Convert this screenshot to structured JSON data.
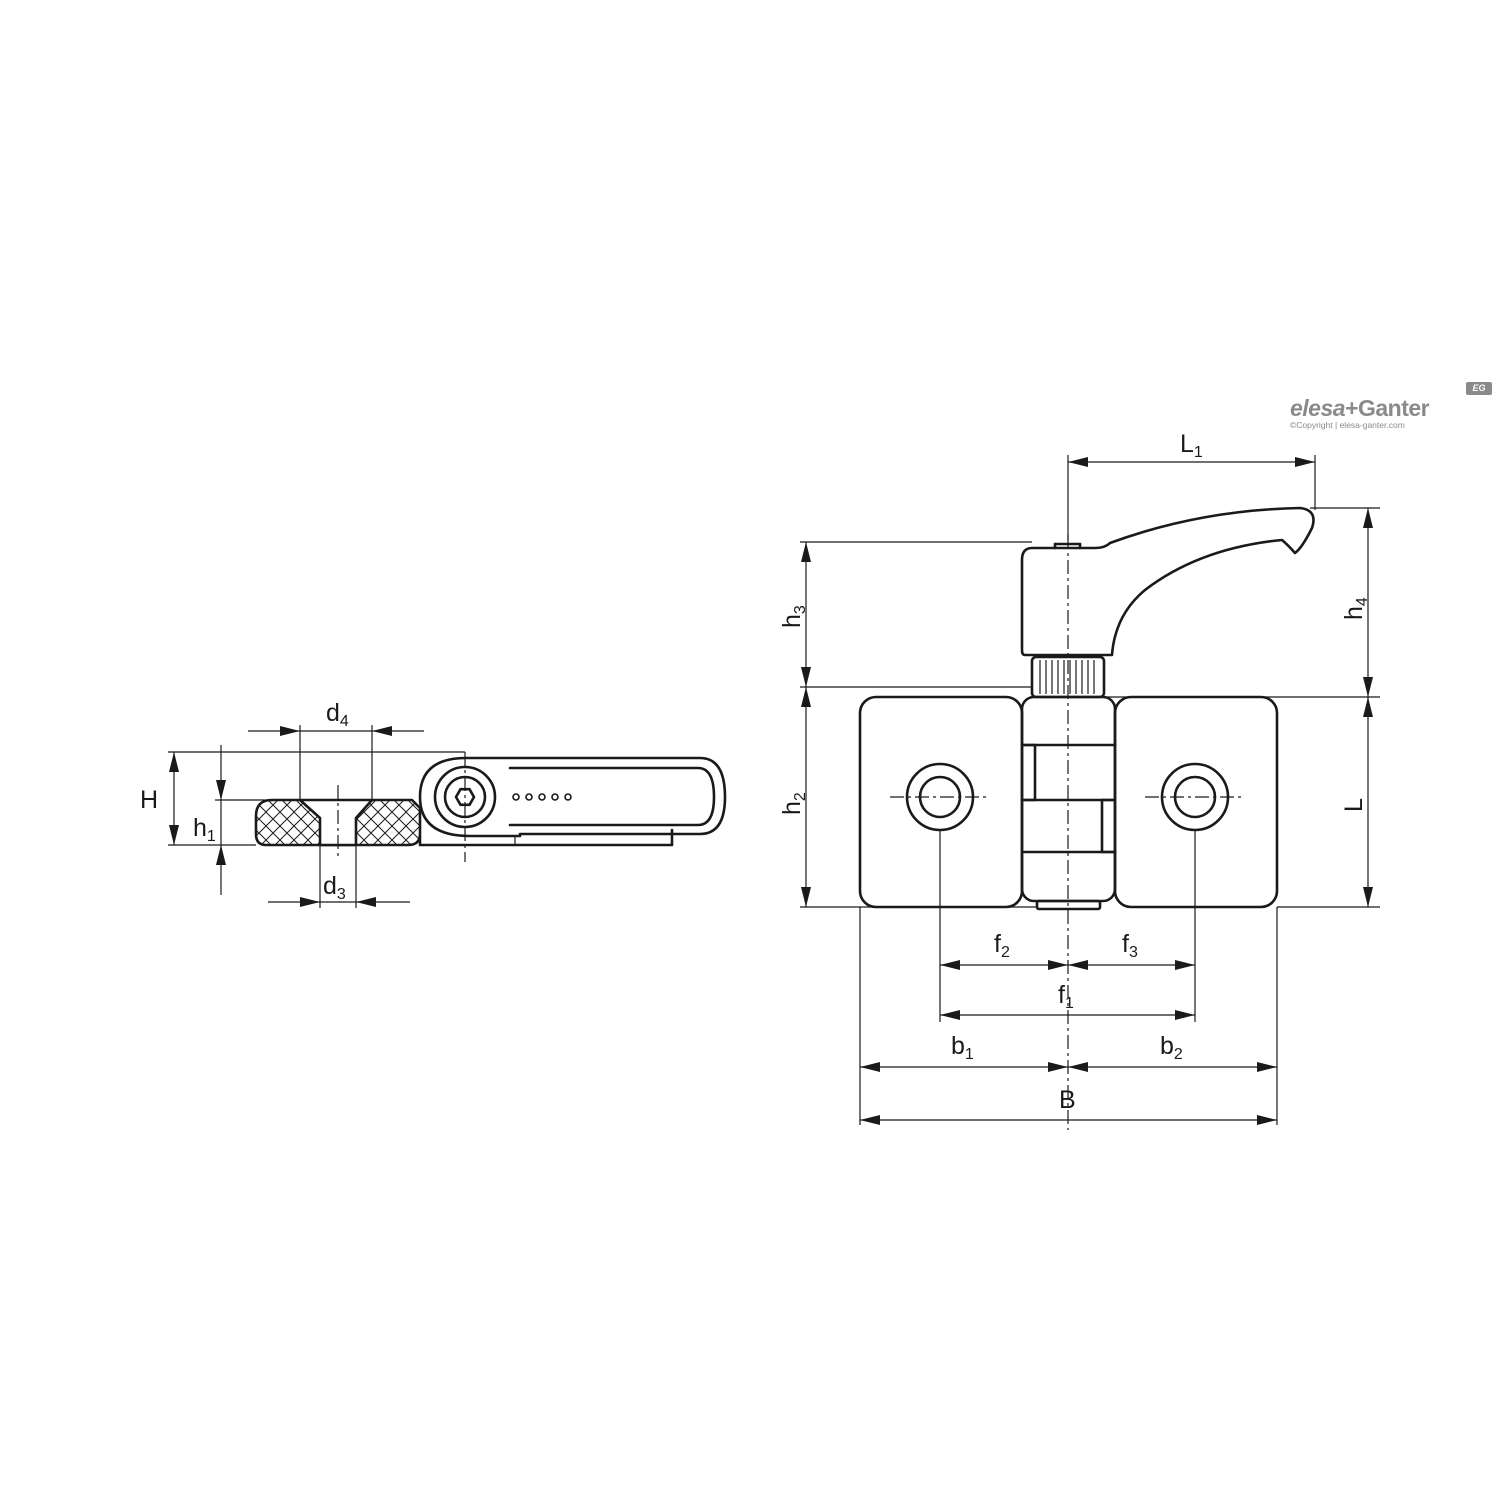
{
  "logo": {
    "brand_left": "elesa",
    "brand_plus": "+",
    "brand_right": "Ganter",
    "mark": "EG",
    "copyright": "©Copyright | elesa-ganter.com"
  },
  "side_view": {
    "labels": {
      "H": "H",
      "h1": {
        "base": "h",
        "sub": "1"
      },
      "d4": {
        "base": "d",
        "sub": "4"
      },
      "d3": {
        "base": "d",
        "sub": "3"
      }
    }
  },
  "front_view": {
    "labels": {
      "L1": {
        "base": "L",
        "sub": "1"
      },
      "h3": {
        "base": "h",
        "sub": "3"
      },
      "h4": {
        "base": "h",
        "sub": "4"
      },
      "h2": {
        "base": "h",
        "sub": "2"
      },
      "L": "L",
      "f2": {
        "base": "f",
        "sub": "2"
      },
      "f3": {
        "base": "f",
        "sub": "3"
      },
      "f1": {
        "base": "f",
        "sub": "1"
      },
      "b1": {
        "base": "b",
        "sub": "1"
      },
      "b2": {
        "base": "b",
        "sub": "2"
      },
      "B": "B"
    }
  },
  "colors": {
    "line": "#1a1a1a",
    "logo": "#8a8a8a"
  }
}
